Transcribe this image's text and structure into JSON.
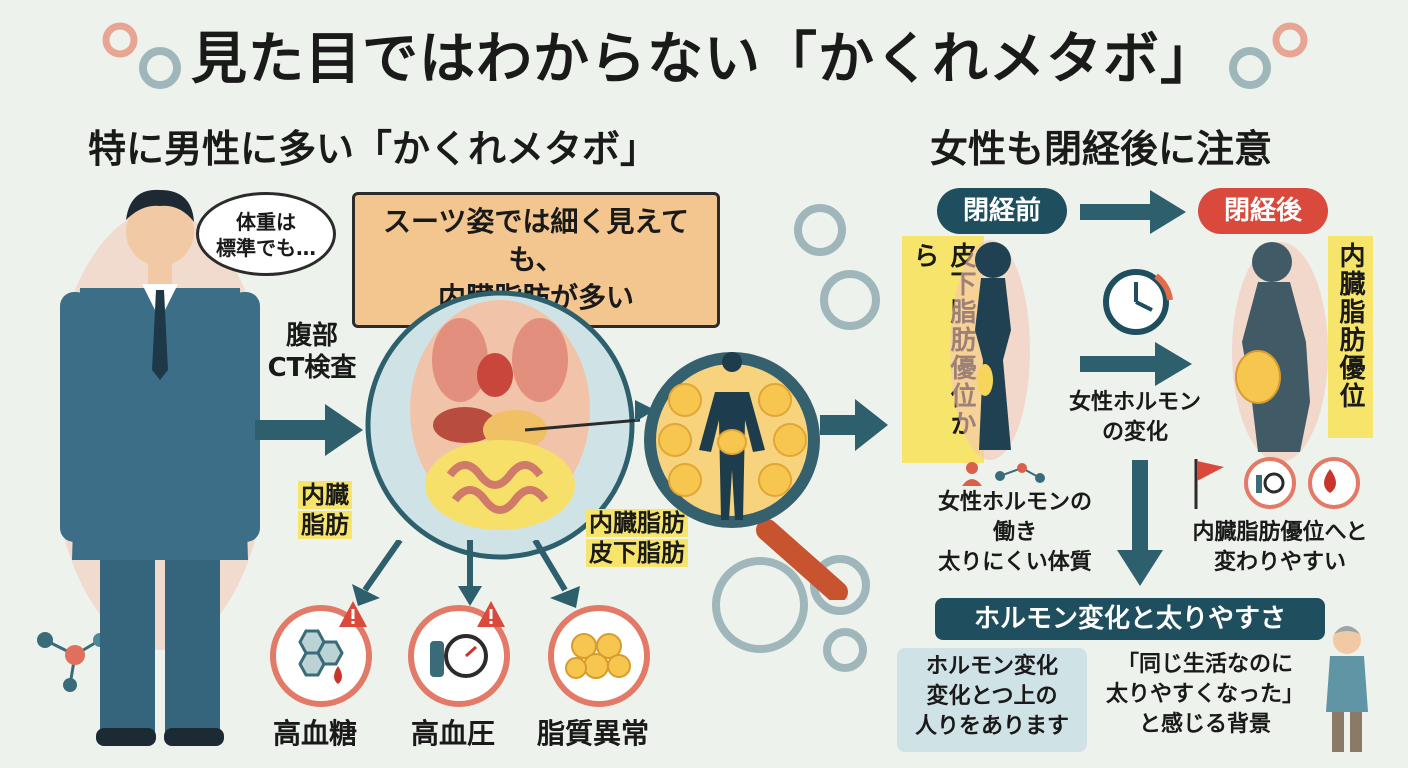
{
  "title": "見た目ではわからない「かくれメタボ」",
  "left": {
    "subtitle": "特に男性に多い「かくれメタボ」",
    "speech": [
      "体重は",
      "標準でも…"
    ],
    "ct_label": [
      "腹部",
      "CT検査"
    ],
    "callout": [
      "スーツ姿では細く見えても、",
      "内臓脂肪が多い"
    ],
    "visceral_label": [
      "内臓",
      "脂肪"
    ],
    "fat_types": [
      "内臓脂肪",
      "皮下脂肪"
    ],
    "risks": [
      {
        "label": "高血糖",
        "icon": "honeycomb-drop-icon"
      },
      {
        "label": "高血圧",
        "icon": "blood-pressure-icon"
      },
      {
        "label": "脂質異常",
        "icon": "fat-cells-icon"
      }
    ]
  },
  "right": {
    "subtitle": "女性も閉経後に注意",
    "before_pill": "閉経前",
    "after_pill": "閉経後",
    "before_vertical": [
      "皮下脂肪優位から"
    ],
    "after_vertical": [
      "内臓脂肪優位"
    ],
    "hormone_change": [
      "女性ホルモン",
      "の変化"
    ],
    "hormone_work": [
      "女性ホルモンの",
      "働き",
      "太りにくい体質"
    ],
    "shift_text": [
      "内臓脂肪優位へと",
      "変わりやすい"
    ],
    "banner": "ホルモン変化と太りやすさ",
    "box_left": [
      "ホルモン変化",
      "変化とつ上の",
      "人りをあります"
    ],
    "box_right": [
      "「同じ生活なのに",
      "太りやすくなった」",
      "と感じる背景"
    ]
  },
  "colors": {
    "navy": "#1f4f5f",
    "teal": "#2f6e7c",
    "red": "#d9493c",
    "orange": "#f3c68f",
    "yellow": "#f7e46a"
  }
}
